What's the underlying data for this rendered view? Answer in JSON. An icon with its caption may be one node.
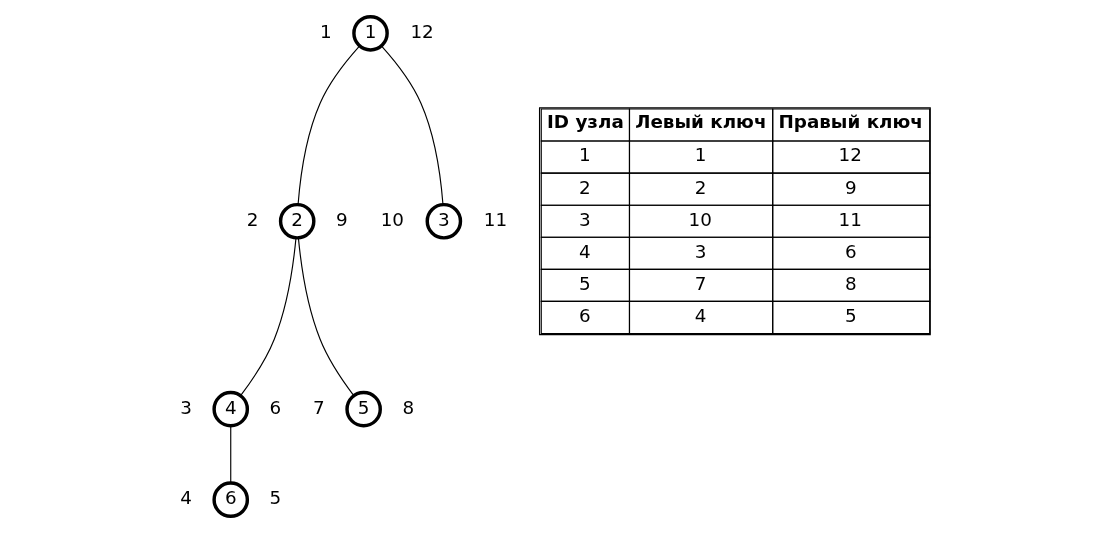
{
  "diagram": {
    "nodes": [
      {
        "text": [
          "1"
        ],
        "beside": [
          "1",
          "12"
        ]
      },
      {
        "text": [
          "2"
        ],
        "beside": [
          "2",
          "9"
        ]
      },
      {
        "text": [
          "3"
        ],
        "beside": [
          "10",
          "11"
        ]
      },
      {
        "text": [
          "4"
        ],
        "beside": [
          "3",
          "6"
        ]
      },
      {
        "text": [
          "5"
        ],
        "beside": [
          "7",
          "8"
        ]
      },
      {
        "text": [
          "6"
        ],
        "beside": [
          "4",
          "5"
        ]
      }
    ],
    "edges": [
      {
        "from": 0,
        "to": 1,
        "arrow": "none"
      },
      {
        "from": 0,
        "to": 2,
        "arrow": "none"
      },
      {
        "from": 1,
        "to": 3,
        "arrow": "none"
      },
      {
        "from": 1,
        "to": 4,
        "arrow": "none"
      },
      {
        "from": 3,
        "to": 5,
        "arrow": "none"
      }
    ],
    "labels": [
      "ID узла",
      "Левый ключ",
      "Правый ключ",
      "1",
      "1",
      "12",
      "2",
      "2",
      "9",
      "3",
      "10",
      "11",
      "4",
      "3",
      "6",
      "5",
      "7",
      "8",
      "6",
      "4",
      "5"
    ]
  }
}
